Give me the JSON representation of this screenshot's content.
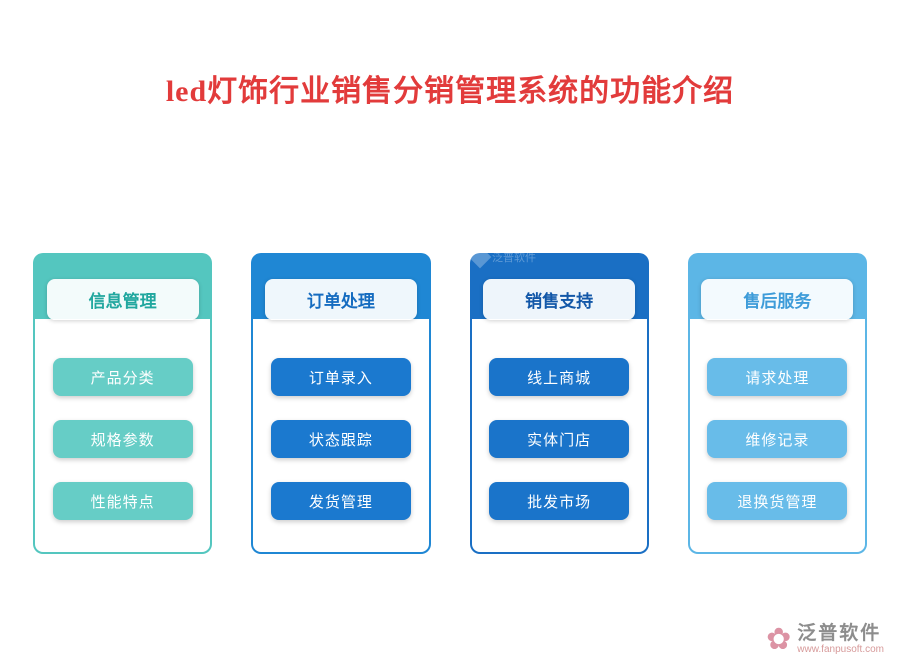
{
  "page": {
    "title": "led灯饰行业销售分销管理系统的功能介绍",
    "title_color": "#e23b3b"
  },
  "columns": [
    {
      "header": "信息管理",
      "items": [
        "产品分类",
        "规格参数",
        "性能特点"
      ],
      "color": "#54c6bf",
      "button_color": "#66cdc6",
      "header_text_color": "#21a79f"
    },
    {
      "header": "订单处理",
      "items": [
        "订单录入",
        "状态跟踪",
        "发货管理"
      ],
      "color": "#1f87d4",
      "button_color": "#1b79cf",
      "header_text_color": "#156cc0"
    },
    {
      "header": "销售支持",
      "items": [
        "线上商城",
        "实体门店",
        "批发市场"
      ],
      "color": "#1a6fc4",
      "button_color": "#1a74ca",
      "header_text_color": "#1257a8"
    },
    {
      "header": "售后服务",
      "items": [
        "请求处理",
        "维修记录",
        "退换货管理"
      ],
      "color": "#5cb6e6",
      "button_color": "#68bce9",
      "header_text_color": "#3e9cd9"
    }
  ],
  "watermark": "泛普软件",
  "footer": {
    "brand": "泛普软件",
    "url": "www.fanpusoft.com"
  }
}
